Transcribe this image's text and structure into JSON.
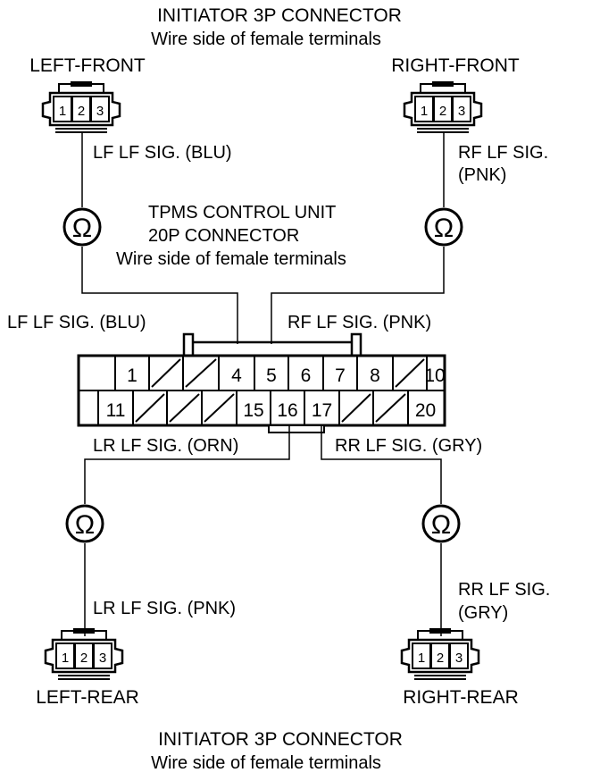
{
  "header": {
    "title": "INITIATOR 3P CONNECTOR",
    "subtitle": "Wire side of female terminals"
  },
  "footer": {
    "title": "INITIATOR 3P CONNECTOR",
    "subtitle": "Wire side of female terminals"
  },
  "control_unit": {
    "line1": "TPMS CONTROL UNIT",
    "line2": "20P CONNECTOR",
    "line3": "Wire side of female terminals"
  },
  "connectors": {
    "left_front": {
      "name": "LEFT-FRONT",
      "pins": [
        "1",
        "2",
        "3"
      ]
    },
    "right_front": {
      "name": "RIGHT-FRONT",
      "pins": [
        "1",
        "2",
        "3"
      ]
    },
    "left_rear": {
      "name": "LEFT-REAR",
      "pins": [
        "1",
        "2",
        "3"
      ]
    },
    "right_rear": {
      "name": "RIGHT-REAR",
      "pins": [
        "1",
        "2",
        "3"
      ]
    }
  },
  "wires": {
    "lf_initiator": "LF LF SIG. (BLU)",
    "rf_initiator_1": "RF LF SIG.",
    "rf_initiator_2": "(PNK)",
    "lf_unit": "LF LF SIG. (BLU)",
    "rf_unit": "RF LF SIG. (PNK)",
    "lr_unit": "LR LF SIG. (ORN)",
    "rr_unit": "RR LF SIG. (GRY)",
    "lr_initiator": "LR LF SIG. (PNK)",
    "rr_initiator_1": "RR LF SIG.",
    "rr_initiator_2": "(GRY)"
  },
  "ohmmeter_symbol": "Ω",
  "cu_pins": {
    "row1": [
      "1",
      "",
      "",
      "4",
      "5",
      "6",
      "7",
      "8",
      "",
      "10"
    ],
    "row2": [
      "11",
      "",
      "",
      "",
      "15",
      "16",
      "17",
      "",
      "",
      "20"
    ]
  }
}
